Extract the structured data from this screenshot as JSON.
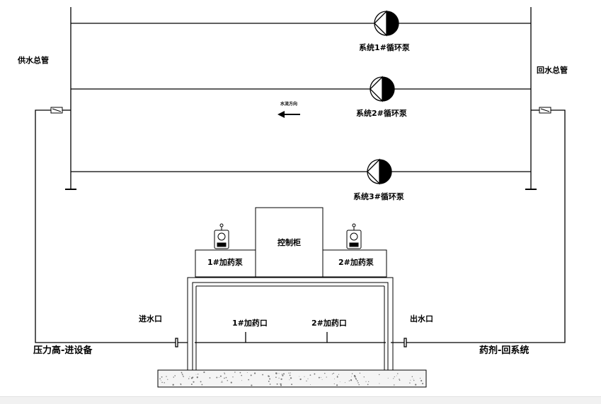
{
  "labels": {
    "supply_header": "供水总管",
    "return_header": "回水总管",
    "flow_direction": "水流方向",
    "pump1": "系统1#循环泵",
    "pump2": "系统2#循环泵",
    "pump3": "系统3#循环泵",
    "control_cabinet": "控制柜",
    "dosing_pump1": "1#加药泵",
    "dosing_pump2": "2#加药泵",
    "water_inlet": "进水口",
    "water_outlet": "出水口",
    "dosing_port1": "1#加药口",
    "dosing_port2": "2#加药口",
    "inlet_side": "压力高-进设备",
    "outlet_side": "药剂-回系统"
  },
  "colors": {
    "line": "#000000",
    "background": "#ffffff"
  }
}
